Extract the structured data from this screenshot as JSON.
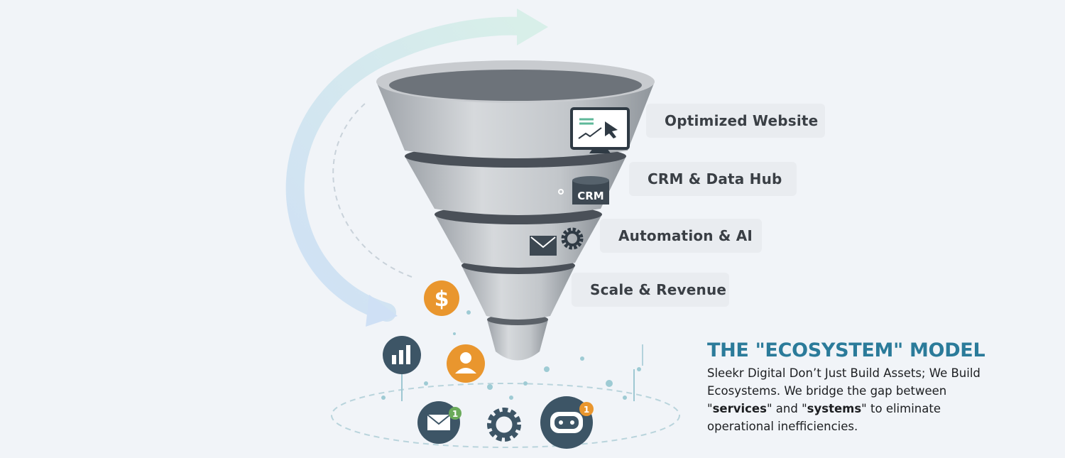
{
  "funnel": {
    "stages": [
      {
        "label": "Optimized Website",
        "icon": "monitor-chart-icon"
      },
      {
        "label": "CRM & Data Hub",
        "icon": "database-icon",
        "icon_text": "CRM"
      },
      {
        "label": "Automation & AI",
        "icon": "mail-gear-icon"
      },
      {
        "label": "Scale & Revenue",
        "icon": ""
      }
    ]
  },
  "ecosystem_icons": [
    {
      "icon": "dollar-icon",
      "text": "$"
    },
    {
      "icon": "bar-chart-icon"
    },
    {
      "icon": "user-icon"
    },
    {
      "icon": "mail-icon",
      "badge": "1"
    },
    {
      "icon": "gear-icon"
    },
    {
      "icon": "robot-icon",
      "badge": "1"
    }
  ],
  "side": {
    "title": "THE \"ECOSYSTEM\" MODEL",
    "text_1": "Sleekr Digital Don’t Just Build Assets; We Build Ecosystems. We bridge the gap between \"",
    "bold_1": "services",
    "text_2": "\" and \"",
    "bold_2": "systems",
    "text_3": "\" to eliminate operational inefficiencies."
  },
  "colors": {
    "accent": "#2b7b9a",
    "orange": "#e9962e",
    "slate": "#3d5566",
    "green": "#6aaa5a",
    "funnel": "#b9bdc2"
  }
}
